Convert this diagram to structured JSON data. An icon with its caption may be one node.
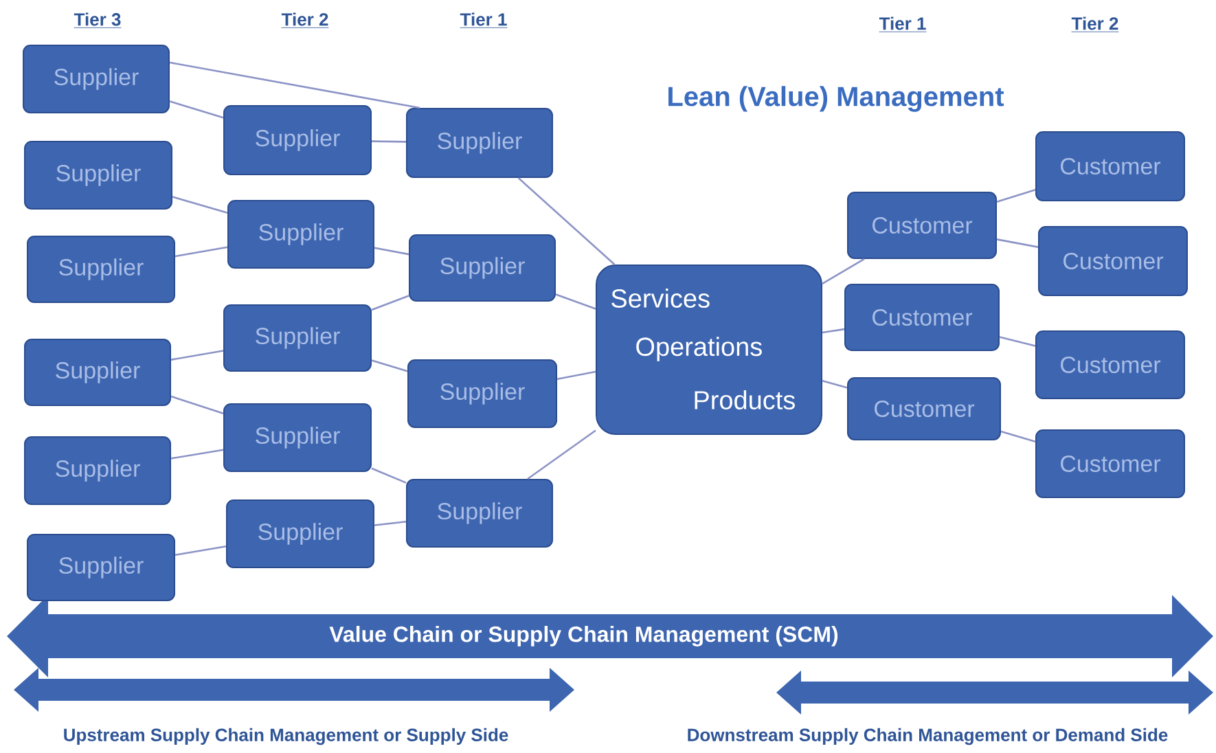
{
  "diagram": {
    "title": "Lean (Value) Management",
    "nodes": [
      {
        "text": [
          "Supplier"
        ]
      },
      {
        "text": [
          "Supplier"
        ]
      },
      {
        "text": [
          "Supplier"
        ]
      },
      {
        "text": [
          "Supplier"
        ]
      },
      {
        "text": [
          "Supplier"
        ]
      },
      {
        "text": [
          "Supplier"
        ]
      },
      {
        "text": [
          "Supplier"
        ]
      },
      {
        "text": [
          "Supplier"
        ]
      },
      {
        "text": [
          "Supplier"
        ]
      },
      {
        "text": [
          "Supplier"
        ]
      },
      {
        "text": [
          "Supplier"
        ]
      },
      {
        "text": [
          "Supplier"
        ]
      },
      {
        "text": [
          "Supplier"
        ]
      },
      {
        "text": [
          "Supplier"
        ]
      },
      {
        "text": [
          "Supplier"
        ]
      },
      {
        "text": [
          "Services",
          "Operations",
          "Products"
        ]
      },
      {
        "text": [
          "Customer"
        ]
      },
      {
        "text": [
          "Customer"
        ]
      },
      {
        "text": [
          "Customer"
        ]
      },
      {
        "text": [
          "Customer"
        ]
      },
      {
        "text": [
          "Customer"
        ]
      },
      {
        "text": [
          "Customer"
        ]
      },
      {
        "text": [
          "Customer"
        ]
      }
    ],
    "edges": [
      {
        "from": 0,
        "to": 11,
        "arrow": "none"
      },
      {
        "from": 0,
        "to": 6,
        "arrow": "none"
      },
      {
        "from": 6,
        "to": 11,
        "arrow": "none"
      },
      {
        "from": 1,
        "to": 7,
        "arrow": "none"
      },
      {
        "from": 2,
        "to": 7,
        "arrow": "none"
      },
      {
        "from": 7,
        "to": 12,
        "arrow": "none"
      },
      {
        "from": 8,
        "to": 12,
        "arrow": "none"
      },
      {
        "from": 8,
        "to": 13,
        "arrow": "none"
      },
      {
        "from": 3,
        "to": 8,
        "arrow": "none"
      },
      {
        "from": 3,
        "to": 9,
        "arrow": "none"
      },
      {
        "from": 4,
        "to": 9,
        "arrow": "none"
      },
      {
        "from": 9,
        "to": 14,
        "arrow": "none"
      },
      {
        "from": 5,
        "to": 10,
        "arrow": "none"
      },
      {
        "from": 10,
        "to": 14,
        "arrow": "none"
      },
      {
        "from": 11,
        "to": 15,
        "arrow": "none"
      },
      {
        "from": 12,
        "to": 15,
        "arrow": "none"
      },
      {
        "from": 13,
        "to": 15,
        "arrow": "none"
      },
      {
        "from": 14,
        "to": 15,
        "arrow": "none"
      },
      {
        "from": 15,
        "to": 16,
        "arrow": "none"
      },
      {
        "from": 15,
        "to": 17,
        "arrow": "none"
      },
      {
        "from": 15,
        "to": 18,
        "arrow": "none"
      },
      {
        "from": 16,
        "to": 19,
        "arrow": "none"
      },
      {
        "from": 16,
        "to": 20,
        "arrow": "none"
      },
      {
        "from": 17,
        "to": 21,
        "arrow": "none"
      },
      {
        "from": 18,
        "to": 22,
        "arrow": "none"
      }
    ],
    "labels": [
      "Tier 3",
      "Tier 2",
      "Tier 1",
      "Tier 1",
      "Tier 2",
      "Value Chain or Supply Chain Management (SCM)",
      "Upstream Supply Chain Management  or Supply Side",
      "Downstream Supply Chain Management  or Demand Side"
    ]
  }
}
